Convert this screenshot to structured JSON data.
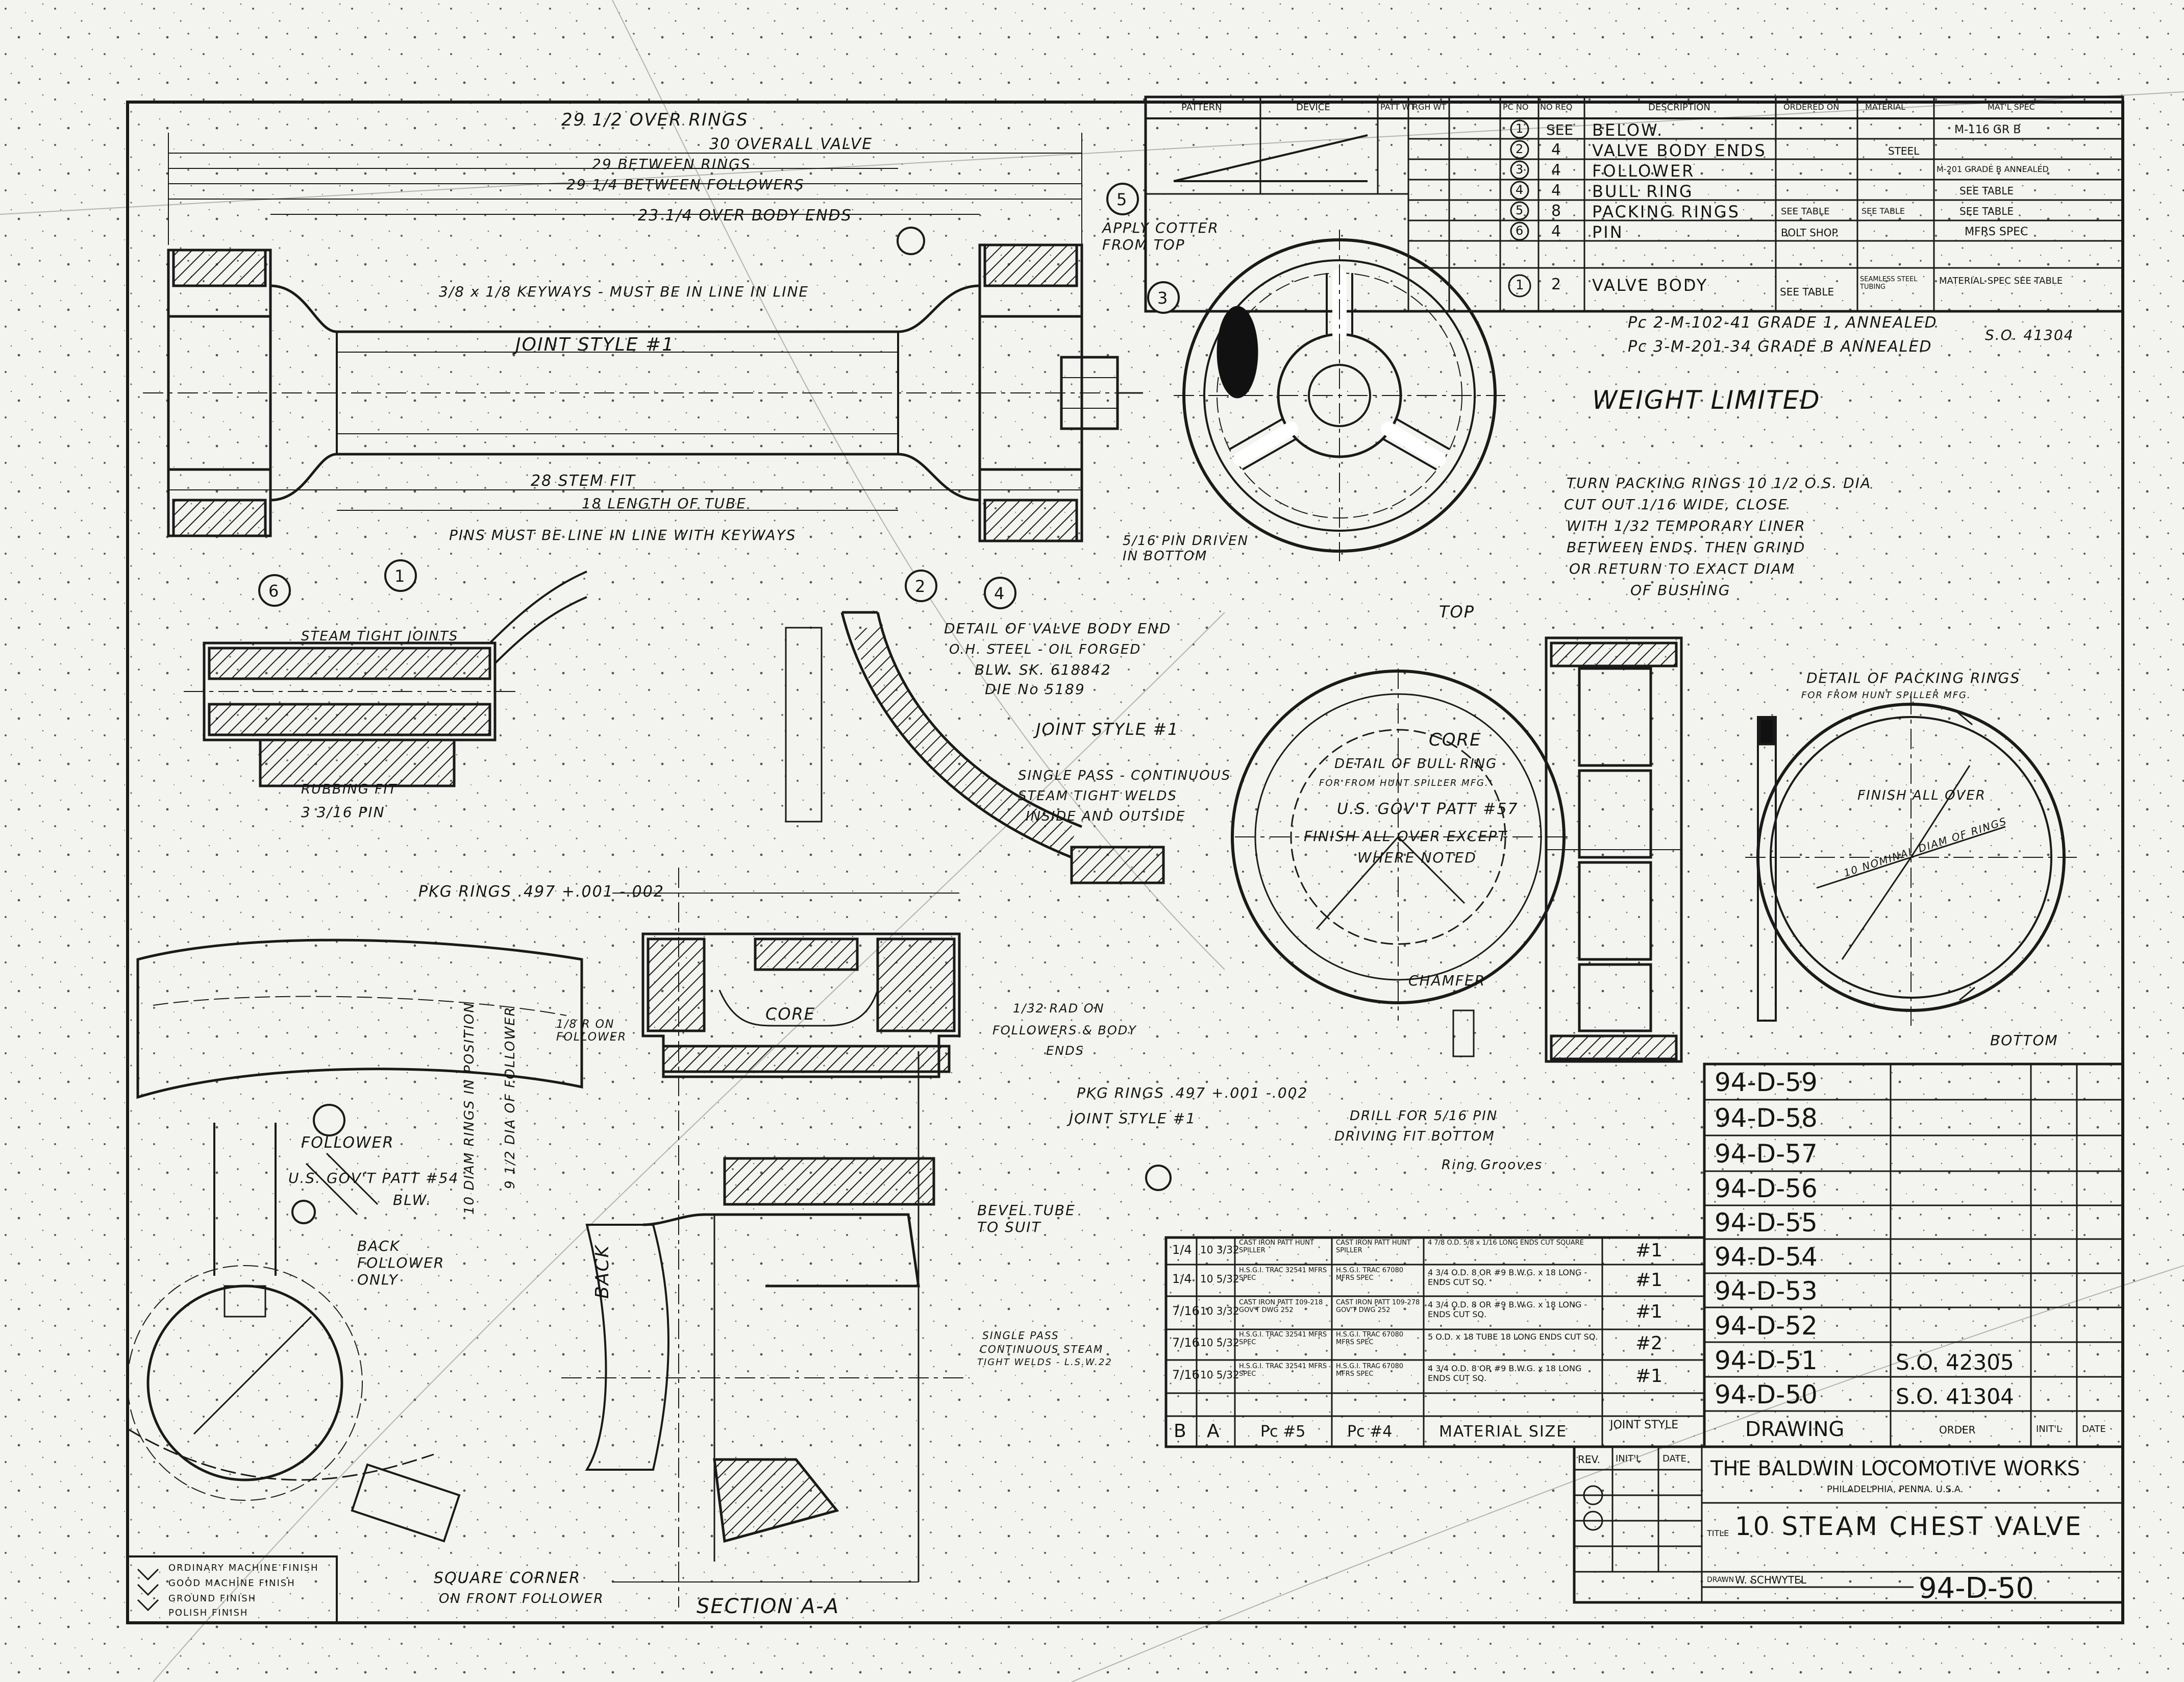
{
  "colors": {
    "paper": "#f3f3f0",
    "ink": "#141414"
  },
  "parts_list": {
    "headers": [
      "PATTERN",
      "DEVICE",
      "PATT WT",
      "RGH WT",
      "PC NO",
      "NO REQ",
      "DESCRIPTION",
      "ORDERED ON",
      "MATERIAL",
      "MAT'L SPEC"
    ],
    "rows": [
      {
        "pc": "1",
        "req": "SEE",
        "desc": "BELOW.",
        "ordered": "",
        "material": "",
        "spec": "M-116 GR B"
      },
      {
        "pc": "2",
        "req": "4",
        "desc": "VALVE BODY ENDS",
        "ordered": "",
        "material": "STEEL",
        "spec": ""
      },
      {
        "pc": "3",
        "req": "4",
        "desc": "FOLLOWER",
        "ordered": "",
        "material": "",
        "spec": "M-201 GRADE B ANNEALED"
      },
      {
        "pc": "4",
        "req": "4",
        "desc": "BULL RING",
        "ordered": "",
        "material": "",
        "spec": "SEE TABLE"
      },
      {
        "pc": "5",
        "req": "8",
        "desc": "PACKING RINGS",
        "ordered": "SEE TABLE",
        "material": "SEE TABLE",
        "spec": "SEE TABLE"
      },
      {
        "pc": "6",
        "req": "4",
        "desc": "PIN",
        "ordered": "BOLT SHOP",
        "material": "",
        "spec": "MFRS SPEC"
      },
      {
        "pc": "1",
        "req": "2",
        "desc": "VALVE BODY",
        "ordered": "SEE TABLE",
        "material": "SEAMLESS STEEL TUBING",
        "spec": "MATERIAL SPEC SEE TABLE"
      }
    ],
    "notes": [
      "Pc 2-M-102-41 GRADE 1, ANNEALED",
      "Pc 3-M-201-34 GRADE B ANNEALED"
    ],
    "so_ref": "S.O. 41304"
  },
  "labels": {
    "over_rings": "29 1/2 OVER RINGS",
    "overall_valve": "30 OVERALL VALVE",
    "between_rings": "29 BETWEEN RINGS",
    "between_followers": "29 1/4 BETWEEN FOLLOWERS",
    "over_body_ends": "23 1/4 OVER BODY ENDS",
    "keyways": "3/8 x 1/8 KEYWAYS - MUST BE IN LINE IN LINE",
    "joint_style_1": "JOINT STYLE #1",
    "stem_fit": "28 STEM FIT",
    "length_of_tube": "18 LENGTH OF TUBE",
    "pins_in_line": "PINS MUST BE LINE IN LINE WITH KEYWAYS",
    "apply_cotter": "APPLY COTTER FROM TOP",
    "pin_driven": "5/16 PIN DRIVEN IN BOTTOM",
    "weight_limited": "WEIGHT LIMITED",
    "turn_packing": "TURN PACKING RINGS 10 1/2 O.S. DIA",
    "cut_out": "CUT OUT 1/16 WIDE, CLOSE",
    "with_liners": "WITH 1/32 TEMPORARY LINER",
    "between_ends": "BETWEEN ENDS. THEN GRIND",
    "return_diam": "OR RETURN TO EXACT DIAM",
    "of_bushing": "OF BUSHING",
    "steam_tight": "STEAM TIGHT JOINTS",
    "rubbing_fit": "RUBBING FIT",
    "pin_dim": "3 3/16 PIN",
    "detail_valve_end": "DETAIL OF VALVE BODY END",
    "oh_steel": "O.H. STEEL - OIL FORGED",
    "blw_sk": "BLW. SK. 618842",
    "die_no": "DIE No 5189",
    "joint_style_1b": "JOINT STYLE #1",
    "single_pass": "SINGLE PASS - CONTINUOUS",
    "steam_welds": "STEAM TIGHT WELDS",
    "inside_outside": "INSIDE AND OUTSIDE",
    "top": "TOP",
    "core": "CORE",
    "detail_bull_ring": "DETAIL OF BULL RING",
    "bull_sub": "FOR FROM HUNT SPILLER MFG.",
    "us_govt_57": "U.S. GOV'T PATT #57",
    "finish_all_over": "FINISH ALL OVER EXCEPT",
    "where_noted": "WHERE NOTED",
    "chamfer": "CHAMFER",
    "drill_pin": "DRILL FOR 5/16 PIN",
    "driving_fit": "DRIVING FIT BOTTOM",
    "ring_grooves": "Ring Grooves",
    "detail_packing": "DETAIL OF PACKING RINGS",
    "packing_sub": "FOR FROM HUNT SPILLER MFG.",
    "finish_all_over_2": "FINISH ALL OVER",
    "nominal": "10 NOMINAL DIAM OF RINGS",
    "bottom": "BOTTOM",
    "pkg_rings_1": "PKG RINGS .497 +.001 -.002",
    "pkg_rings_2": "PKG RINGS .497 +.001 -.002",
    "joint_style_1c": "JOINT STYLE #1",
    "core2": "CORE",
    "rad_on": "1/32 RAD ON",
    "followers_ends": "FOLLOWERS & BODY",
    "ends": "ENDS",
    "follower": "FOLLOWER",
    "us_govt_54": "U.S. GOV'T PATT #54",
    "blw": "BLW.",
    "back_follower": "BACK FOLLOWER ONLY",
    "back": "BACK",
    "bevel_tube": "BEVEL TUBE TO SUIT",
    "single_pass_2": "SINGLE PASS",
    "continuous_2": "CONTINUOUS STEAM",
    "tight_welds_2": "TIGHT WELDS - L.S.W.22",
    "diam_rings_pos": "10 DIAM RINGS IN POSITION",
    "dia_follower": "9 1/2 DIA OF FOLLOWER",
    "square_corner": "SQUARE CORNER",
    "on_front": "ON FRONT FOLLOWER",
    "section_aa": "SECTION A-A",
    "legend_1": "ORDINARY MACHINE FINISH",
    "legend_2": "GOOD MACHINE FINISH",
    "legend_3": "GROUND FINISH",
    "legend_4": "POLISH FINISH",
    "rad_follower": "1/8 R ON FOLLOWER"
  },
  "material_table": {
    "footer": [
      "B",
      "A",
      "Pc #5",
      "Pc #4",
      "MATERIAL SIZE",
      "JOINT STYLE"
    ],
    "rows": [
      {
        "b": "1/4",
        "a": "10 3/32",
        "pc5": "CAST IRON PATT HUNT SPILLER",
        "pc4": "CAST IRON PATT HUNT SPILLER",
        "size": "4 7/8 O.D. 5/8 x 1/16 LONG ENDS CUT SQUARE",
        "joint": "#1"
      },
      {
        "b": "1/4",
        "a": "10 5/32",
        "pc5": "H.S.G.I. TRAC 32541 MFRS SPEC",
        "pc4": "H.S.G.I. TRAC 67080 MFRS SPEC",
        "size": "4 3/4 O.D. 8 OR #9 B.W.G. x 18 LONG - ENDS CUT SQ.",
        "joint": "#1"
      },
      {
        "b": "7/16",
        "a": "10 3/32",
        "pc5": "CAST IRON PATT 109-218 GOV'T DWG 252",
        "pc4": "CAST IRON PATT 109-278 GOV'T DWG 252",
        "size": "4 3/4 O.D. 8 OR #9 B.W.G. x 18 LONG - ENDS CUT SQ.",
        "joint": "#1"
      },
      {
        "b": "7/16",
        "a": "10 5/32",
        "pc5": "H.S.G.I. TRAC 32541 MFRS SPEC",
        "pc4": "H.S.G.I. TRAC 67080 MFRS SPEC",
        "size": "5 O.D. x 18 TUBE 18 LONG ENDS CUT SQ.",
        "joint": "#2"
      },
      {
        "b": "7/16",
        "a": "10 5/32",
        "pc5": "H.S.G.I. TRAC 32541 MFRS SPEC",
        "pc4": "H.S.G.I. TRAC 67080 MFRS SPEC",
        "size": "4 3/4 O.D. 8 OR #9 B.W.G. x 18 LONG ENDS CUT SQ.",
        "joint": "#1"
      }
    ]
  },
  "drawing_list": {
    "header": [
      "DRAWING",
      "ORDER",
      "INIT'L",
      "DATE"
    ],
    "rows": [
      {
        "dwg": "94-D-59",
        "order": "",
        "init": "",
        "date": ""
      },
      {
        "dwg": "94-D-58",
        "order": "",
        "init": "",
        "date": ""
      },
      {
        "dwg": "94-D-57",
        "order": "",
        "init": "",
        "date": ""
      },
      {
        "dwg": "94-D-56",
        "order": "",
        "init": "",
        "date": ""
      },
      {
        "dwg": "94-D-55",
        "order": "",
        "init": "",
        "date": ""
      },
      {
        "dwg": "94-D-54",
        "order": "",
        "init": "",
        "date": ""
      },
      {
        "dwg": "94-D-53",
        "order": "",
        "init": "",
        "date": ""
      },
      {
        "dwg": "94-D-52",
        "order": "",
        "init": "",
        "date": ""
      },
      {
        "dwg": "94-D-51",
        "order": "S.O. 42305",
        "init": "",
        "date": ""
      },
      {
        "dwg": "94-D-50",
        "order": "S.O. 41304",
        "init": "",
        "date": ""
      }
    ]
  },
  "title_block": {
    "rev_headers": [
      "REV.",
      "INIT'L",
      "DATE"
    ],
    "company": "THE BALDWIN LOCOMOTIVE WORKS",
    "city": "PHILADELPHIA, PENNA. U.S.A.",
    "title_label": "TITLE",
    "title": "10 STEAM CHEST VALVE",
    "dwg_no": "94-D-50",
    "drawn_label": "DRAWN",
    "drawn_by": "W. SCHWYTEL"
  },
  "balloons": [
    "1",
    "2",
    "3",
    "4",
    "5",
    "6"
  ]
}
